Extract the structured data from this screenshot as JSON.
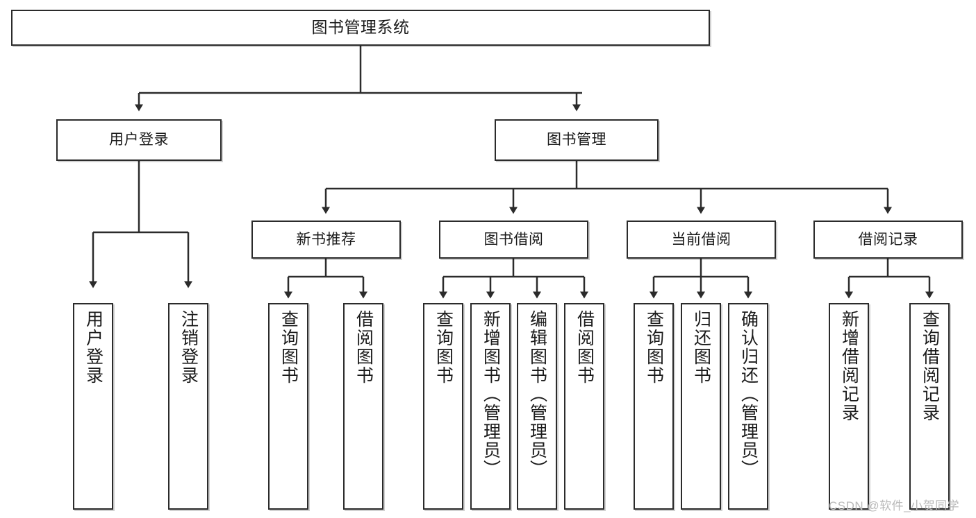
{
  "diagram": {
    "type": "tree",
    "title": "图书管理系统",
    "orientation": "top-down",
    "root": {
      "id": "root",
      "label": "图书管理系统"
    },
    "level1": [
      {
        "id": "user-login",
        "label": "用户登录"
      },
      {
        "id": "book-manage",
        "label": "图书管理"
      }
    ],
    "level2": [
      {
        "id": "new-book-recommend",
        "label": "新书推荐",
        "parent": "book-manage"
      },
      {
        "id": "book-borrow",
        "label": "图书借阅",
        "parent": "book-manage"
      },
      {
        "id": "current-borrow",
        "label": "当前借阅",
        "parent": "book-manage"
      },
      {
        "id": "borrow-record",
        "label": "借阅记录",
        "parent": "book-manage"
      }
    ],
    "leaves": {
      "user-login": [
        {
          "id": "leaf-user-login",
          "label": "用户登录"
        },
        {
          "id": "leaf-user-logout",
          "label": "注销登录"
        }
      ],
      "new-book-recommend": [
        {
          "id": "leaf-query-book-1",
          "label": "查询图书"
        },
        {
          "id": "leaf-borrow-book-1",
          "label": "借阅图书"
        }
      ],
      "book-borrow": [
        {
          "id": "leaf-query-book-2",
          "label": "查询图书"
        },
        {
          "id": "leaf-add-book",
          "label": "新增图书（管理员）"
        },
        {
          "id": "leaf-edit-book",
          "label": "编辑图书（管理员）"
        },
        {
          "id": "leaf-borrow-book-2",
          "label": "借阅图书"
        }
      ],
      "current-borrow": [
        {
          "id": "leaf-query-book-3",
          "label": "查询图书"
        },
        {
          "id": "leaf-return-book",
          "label": "归还图书"
        },
        {
          "id": "leaf-confirm-return",
          "label": "确认归还（管理员）"
        }
      ],
      "borrow-record": [
        {
          "id": "leaf-add-record",
          "label": "新增借阅记录"
        },
        {
          "id": "leaf-query-record",
          "label": "查询借阅记录"
        }
      ]
    }
  },
  "watermark": {
    "text": "CSDN @软件_小贺同学"
  },
  "colors": {
    "stroke": "#2b2b2b",
    "box_fill": "#ffffff",
    "text": "#1b1b1b",
    "watermark": "#b9b9b9",
    "background": "#ffffff"
  }
}
